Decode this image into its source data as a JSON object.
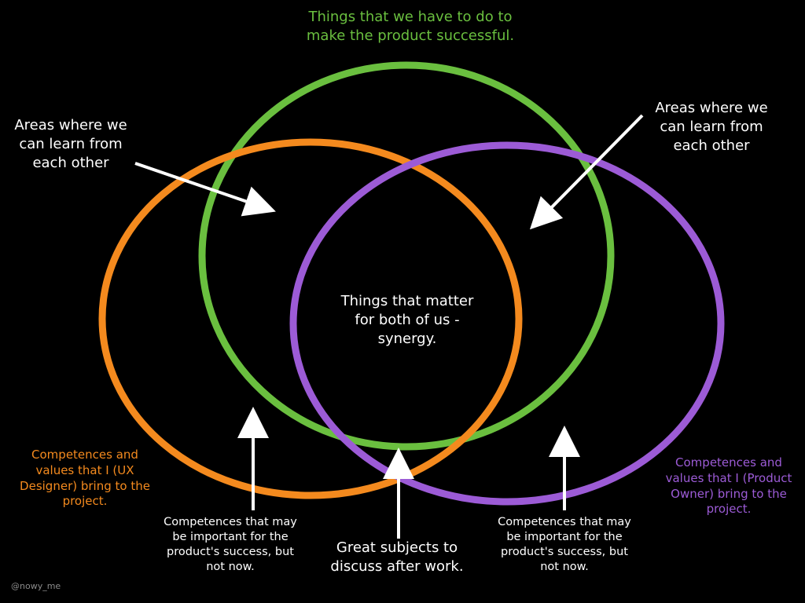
{
  "colors": {
    "background": "#000000",
    "green": "#6abf3f",
    "orange": "#f48a1e",
    "purple": "#9c5bd6",
    "text": "#ffffff"
  },
  "diagram": {
    "green_circle_label": "Things that we have to do to\nmake the product successful.",
    "learn_left": "Areas where we\ncan learn from\neach other",
    "learn_right": "Areas where we\ncan learn from\neach other",
    "center_label": "Things that matter\nfor both of us -\nsynergy.",
    "ux_label": "Competences and\nvalues that I (UX\nDesigner) bring to the\nproject.",
    "po_label": "Competences and\nvalues that I (Product\nOwner) bring to the\nproject.",
    "not_now_left": "Competences that may\nbe important for the\nproduct's success, but\nnot now.",
    "not_now_right": "Competences that may\nbe important for the\nproduct's success, but\nnot now.",
    "after_work": "Great subjects to\ndiscuss after work."
  },
  "footer": {
    "watermark": "@nowy_me"
  }
}
